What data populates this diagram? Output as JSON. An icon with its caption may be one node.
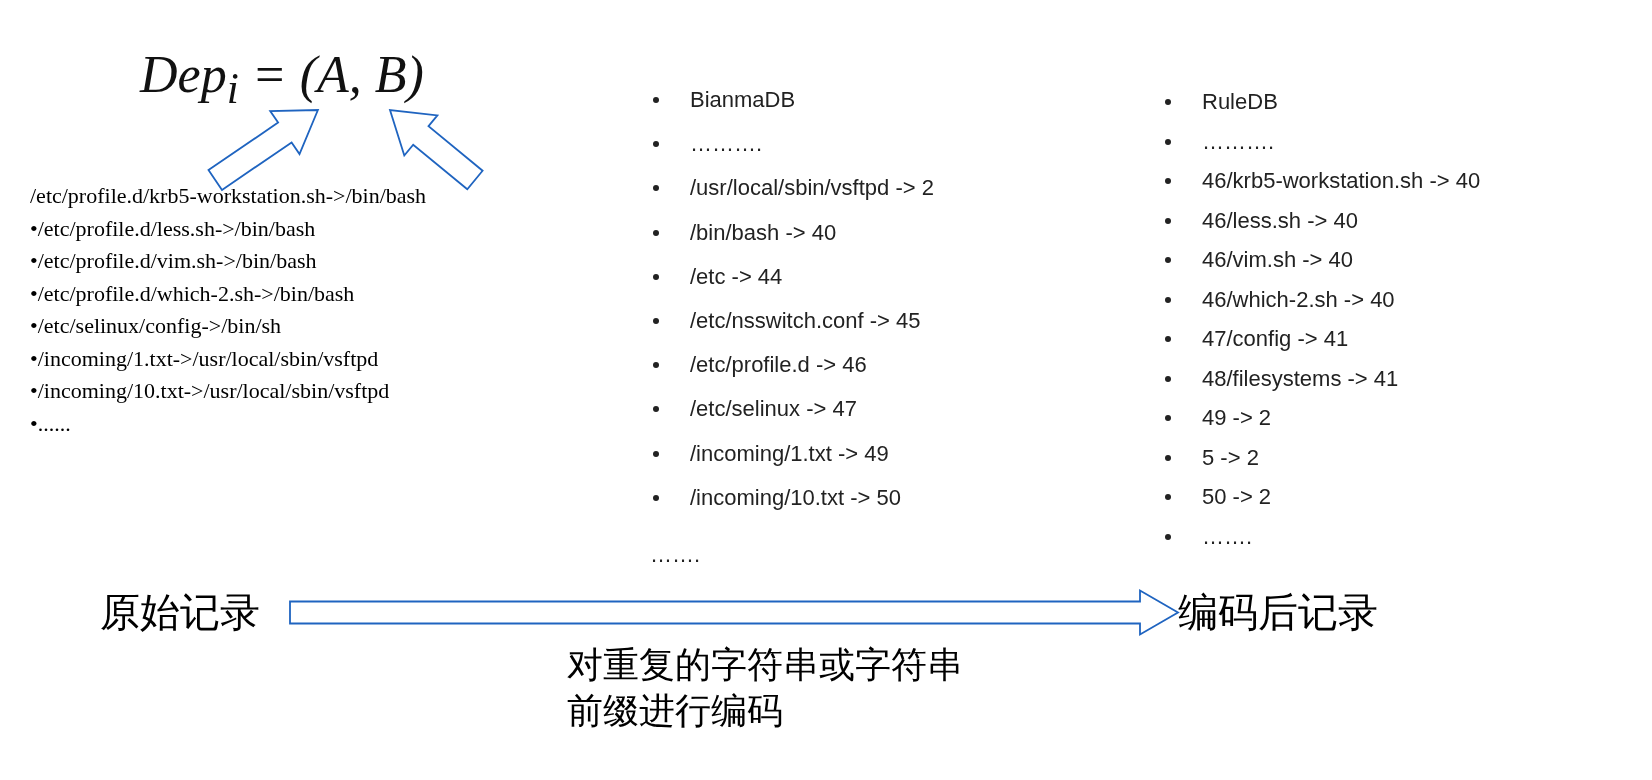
{
  "diagram": {
    "nodes": [
      {
        "text": [
          "Dep$_{i}$ = (A, B)"
        ]
      },
      {
        "text": [
          "/etc/profile.d/krb5-workstation.sh->/bin/bash",
          "•/etc/profile.d/less.sh->/bin/bash",
          "•/etc/profile.d/vim.sh->/bin/bash",
          "•/etc/profile.d/which-2.sh->/bin/bash",
          "•/etc/selinux/config->/bin/sh",
          "•/incoming/1.txt->/usr/local/sbin/vsftpd",
          "•/incoming/10.txt->/usr/local/sbin/vsftpd",
          "•......"
        ]
      },
      {
        "text": [
          "BianmaDB",
          "……….",
          "/usr/local/sbin/vsftpd -> 2",
          "/bin/bash -> 40",
          "/etc -> 44",
          "/etc/nsswitch.conf -> 45",
          "/etc/profile.d -> 46",
          "/etc/selinux -> 47",
          "/incoming/1.txt -> 49",
          "/incoming/10.txt -> 50"
        ],
        "beside": [
          "……."
        ]
      },
      {
        "text": [
          "RuleDB",
          "……….",
          "46/krb5-workstation.sh -> 40",
          "46/less.sh -> 40",
          "46/vim.sh -> 40",
          "46/which-2.sh -> 40",
          "47/config -> 41",
          "48/filesystems -> 41",
          "49 -> 2",
          "5 -> 2",
          "50 -> 2",
          "……."
        ]
      },
      {
        "text": [
          "原始记录"
        ]
      },
      {
        "text": [
          "编码后记录"
        ]
      }
    ],
    "edges": [
      {
        "from": 1,
        "to": 0,
        "arrow": "to"
      },
      {
        "from": 1,
        "to": 0,
        "arrow": "to"
      },
      {
        "from": 4,
        "to": 5,
        "arrow": "to",
        "label": "对重复的字符串或字符串前缀进行编码"
      }
    ]
  }
}
